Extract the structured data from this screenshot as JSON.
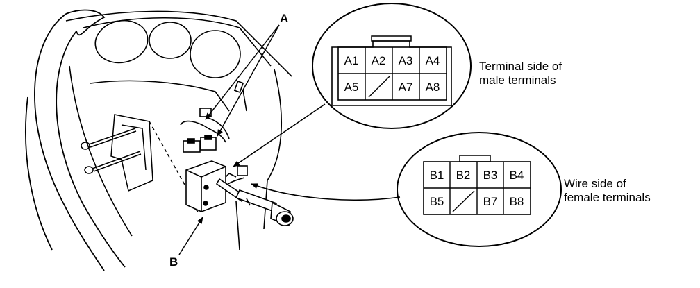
{
  "callouts": {
    "a": "A",
    "b": "B"
  },
  "connector_a": {
    "caption_line1": "Terminal side of",
    "caption_line2": "male terminals",
    "row1": [
      "A1",
      "A2",
      "A3",
      "A4"
    ],
    "row2": [
      "A5",
      "",
      "A7",
      "A8"
    ]
  },
  "connector_b": {
    "caption_line1": "Wire side of",
    "caption_line2": "female terminals",
    "row1": [
      "B1",
      "B2",
      "B3",
      "B4"
    ],
    "row2": [
      "B5",
      "",
      "B7",
      "B8"
    ]
  }
}
